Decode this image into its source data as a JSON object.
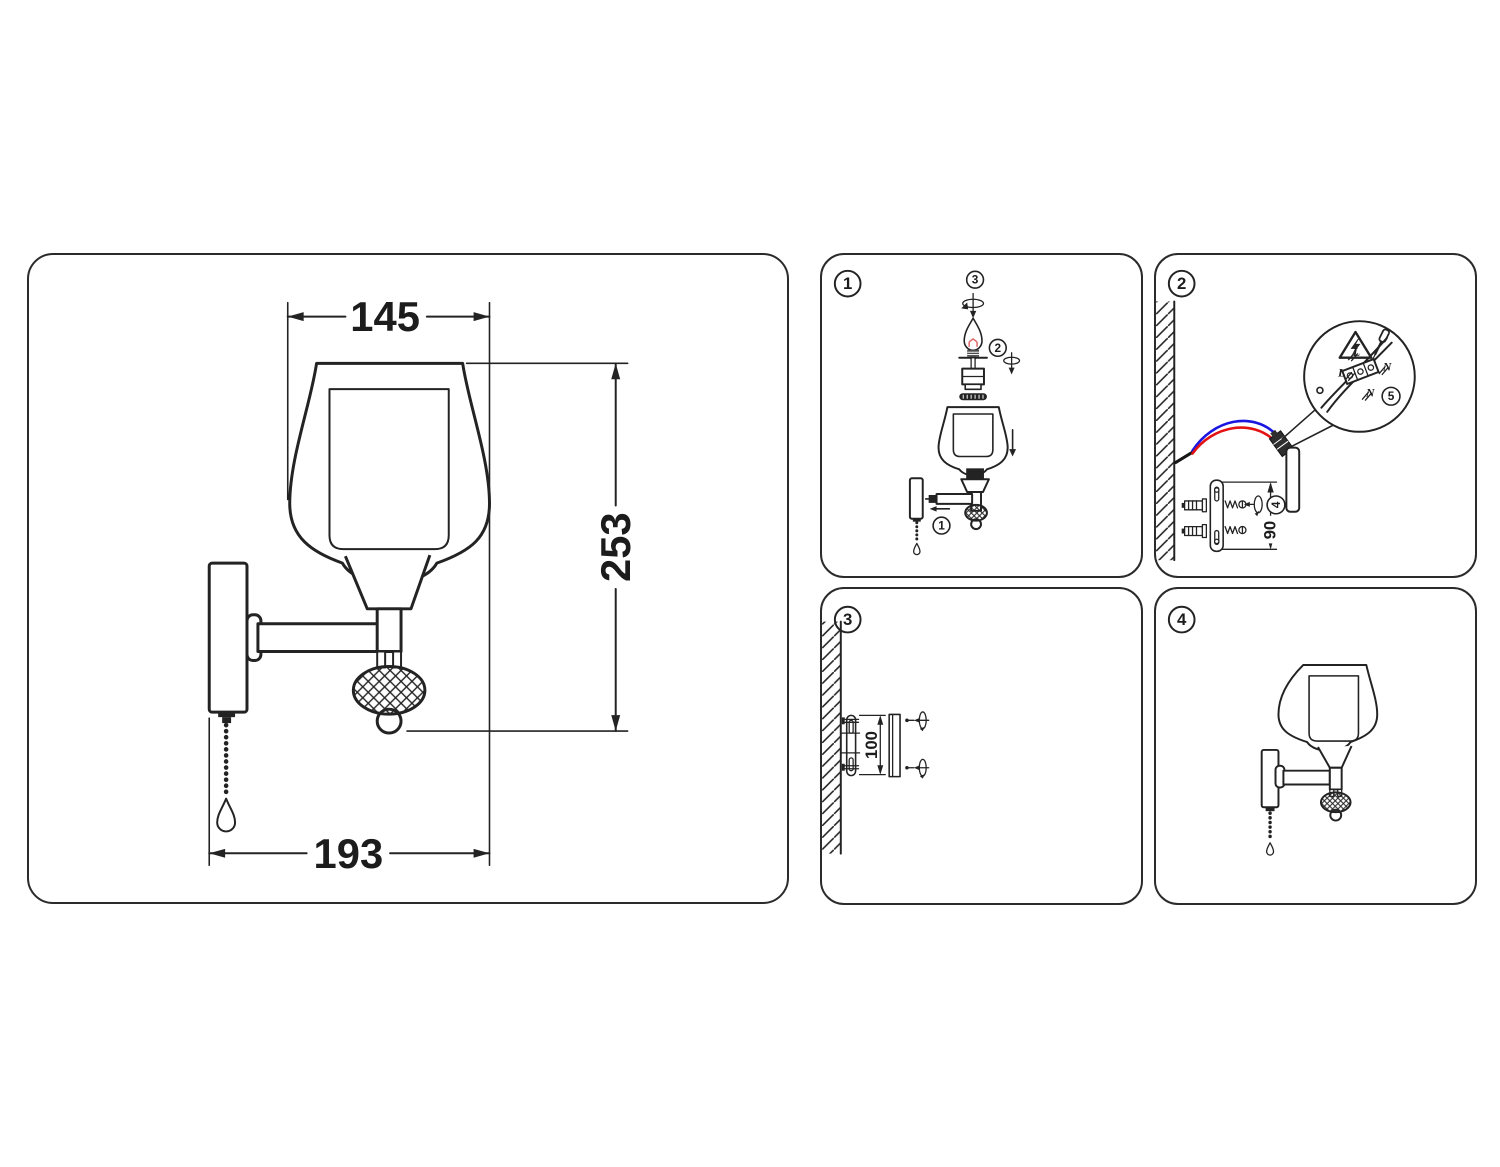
{
  "colors": {
    "line": "#232323",
    "wire_red": "#e31313",
    "wire_blue": "#1a16e0",
    "filament": "#e06a6a"
  },
  "main_view": {
    "dim_width_top": "145",
    "dim_height": "253",
    "dim_width_bottom": "193"
  },
  "steps": {
    "s1": {
      "badge": "1",
      "callout_bulb": "3",
      "callout_socket": "2",
      "callout_bracket": "1"
    },
    "s2": {
      "badge": "2",
      "callout_wiring": "5",
      "callout_screws": "4",
      "dim_hole_spacing": "90",
      "terminal": {
        "l_top": "L",
        "n_top": "N",
        "l_left": "L",
        "n_bottom": "N"
      }
    },
    "s3": {
      "badge": "3",
      "dim_bracket_length": "100"
    },
    "s4": {
      "badge": "4"
    }
  },
  "icons": {
    "rotation": "rotate-to-screw-icon",
    "down_arrow": "insert-direction-arrow-icon",
    "warning": "high-voltage-triangle-icon",
    "screwdriver": "screwdriver-icon",
    "magnifier": "zoom-bubble",
    "wall_hatch": "wall-section-hatch",
    "anchor": "wall-anchor-dowel-icon",
    "screw": "mounting-screw-icon"
  }
}
